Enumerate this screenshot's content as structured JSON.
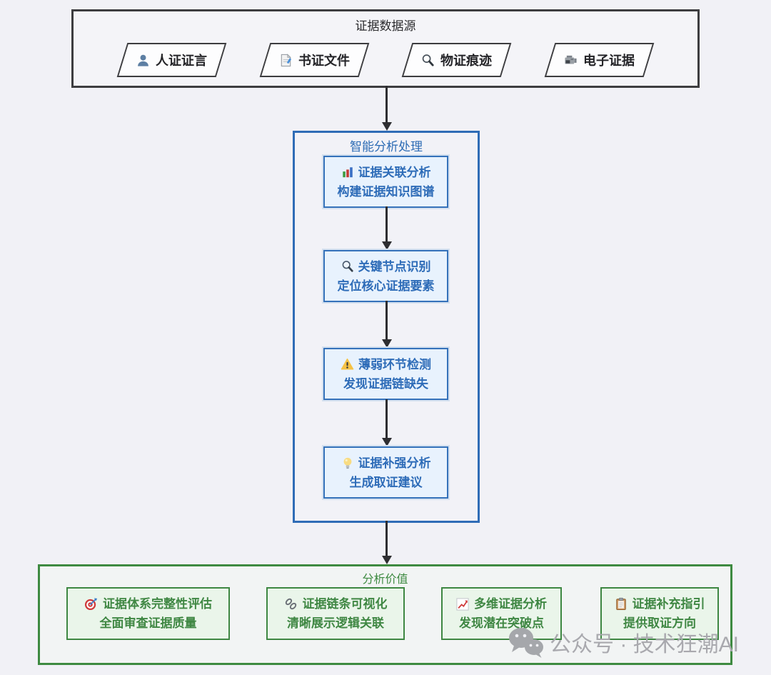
{
  "colors": {
    "page_bg": "#f1f1f6",
    "dark_border": "#3d3d40",
    "blue_border": "#2f6cb6",
    "blue_text": "#2e6cb8",
    "blue_fill": "#e8f2fd",
    "green_border": "#3e8742",
    "green_text": "#3f8743",
    "green_fill": "#eaf5ea",
    "watermark_gray": "#a9a9ae"
  },
  "source": {
    "title": "证据数据源",
    "items": [
      {
        "icon": "person-icon",
        "label": "人证证言"
      },
      {
        "icon": "document-icon",
        "label": "书证文件"
      },
      {
        "icon": "magnifier-icon",
        "label": "物证痕迹"
      },
      {
        "icon": "camcorder-icon",
        "label": "电子证据"
      }
    ]
  },
  "process": {
    "title": "智能分析处理",
    "steps": [
      {
        "icon": "bar-chart-icon",
        "line1": "证据关联分析",
        "line2": "构建证据知识图谱"
      },
      {
        "icon": "magnifier-icon",
        "line1": "关键节点识别",
        "line2": "定位核心证据要素"
      },
      {
        "icon": "warning-icon",
        "line1": "薄弱环节检测",
        "line2": "发现证据链缺失"
      },
      {
        "icon": "bulb-icon",
        "line1": "证据补强分析",
        "line2": "生成取证建议"
      }
    ]
  },
  "value": {
    "title": "分析价值",
    "items": [
      {
        "icon": "target-icon",
        "line1": "证据体系完整性评估",
        "line2": "全面审查证据质量"
      },
      {
        "icon": "link-icon",
        "line1": "证据链条可视化",
        "line2": "清晰展示逻辑关联"
      },
      {
        "icon": "line-chart-icon",
        "line1": "多维证据分析",
        "line2": "发现潜在突破点"
      },
      {
        "icon": "clipboard-icon",
        "line1": "证据补充指引",
        "line2": "提供取证方向"
      }
    ]
  },
  "watermark": {
    "icon": "wechat-icon",
    "text": "公众号 · 技术狂潮AI"
  }
}
